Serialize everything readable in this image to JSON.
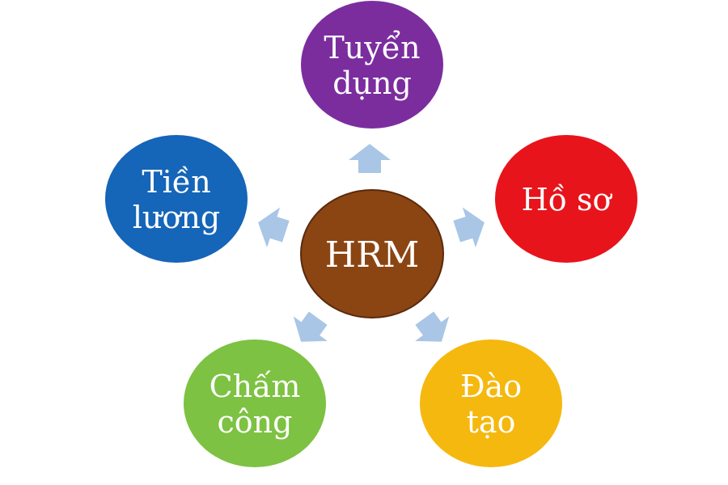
{
  "center": {
    "label": "HRM",
    "color": "#8B4513"
  },
  "nodes": [
    {
      "id": "tuyen-dung",
      "lines": [
        "Tuyển",
        "dụng"
      ],
      "color": "#7B2D9E"
    },
    {
      "id": "ho-so",
      "lines": [
        "Hồ sơ"
      ],
      "color": "#E8141B"
    },
    {
      "id": "dao-tao",
      "lines": [
        "Đào",
        "tạo"
      ],
      "color": "#F5B80E"
    },
    {
      "id": "cham-cong",
      "lines": [
        "Chấm",
        "công"
      ],
      "color": "#7DC242"
    },
    {
      "id": "tien-luong",
      "lines": [
        "Tiền",
        "lương"
      ],
      "color": "#1565B8"
    }
  ],
  "arrow_color": "#A9C6E6"
}
